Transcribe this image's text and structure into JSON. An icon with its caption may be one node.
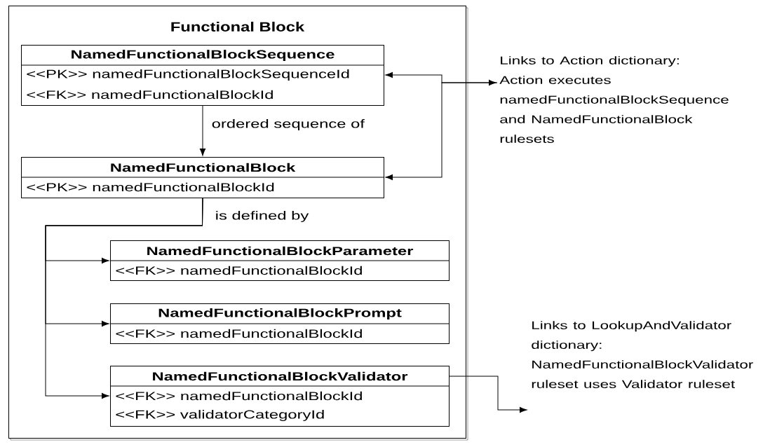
{
  "diagram": {
    "nodes": [
      {
        "text": [
          "Functional Block"
        ]
      },
      {
        "text": [
          "NamedFunctionalBlockSequence",
          "<<PK>> namedFunctionalBlockSequenceId",
          "<<FK>> namedFunctionalBlockId"
        ],
        "in": 0
      },
      {
        "text": [
          "NamedFunctionalBlock",
          "<<PK>> namedFunctionalBlockId"
        ],
        "in": 0
      },
      {
        "text": [
          "NamedFunctionalBlockParameter",
          "<<FK>> namedFunctionalBlockId"
        ],
        "in": 0
      },
      {
        "text": [
          "NamedFunctionalBlockPrompt",
          "<<FK>> namedFunctionalBlockId"
        ],
        "in": 0
      },
      {
        "text": [
          "NamedFunctionalBlockValidator",
          "<<FK>> namedFunctionalBlockId",
          "<<FK>> validatorCategoryId"
        ],
        "in": 0
      },
      {
        "text": [
          "Links to Action dictionary: Action executes namedFunctionalBlockSequence and NamedFunctionalBlock rulesets"
        ]
      },
      {
        "text": [
          "Links to LookupAndValidator dictionary: NamedFunctionalBlockValidator ruleset uses Validator ruleset"
        ]
      }
    ],
    "edges": [
      {
        "from": 1,
        "to": 2,
        "arrow": "to",
        "label": "ordered sequence of"
      },
      {
        "from": 1,
        "to": 6,
        "arrow": "both"
      },
      {
        "from": 6,
        "to": 2,
        "arrow": "to"
      },
      {
        "from": 2,
        "to": 3,
        "arrow": "to",
        "label": "is defined by"
      },
      {
        "from": 2,
        "to": 4,
        "arrow": "to"
      },
      {
        "from": 2,
        "to": 5,
        "arrow": "to"
      },
      {
        "from": 5,
        "to": 7,
        "arrow": "to"
      }
    ]
  }
}
